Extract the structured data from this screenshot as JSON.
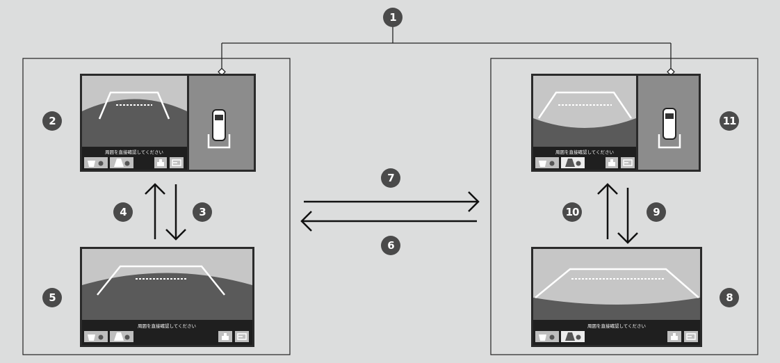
{
  "caption": "周囲を直接確認してください",
  "callouts": {
    "n1": "1",
    "n2": "2",
    "n3": "3",
    "n4": "4",
    "n5": "5",
    "n6": "6",
    "n7": "7",
    "n8": "8",
    "n9": "9",
    "n10": "10",
    "n11": "11"
  },
  "icons": {
    "sonar": "sonar-camera-icon",
    "wide": "wide-view-icon",
    "view_switch": "view-switch-icon",
    "exit": "exit-icon",
    "car": "car-top-view-icon"
  },
  "colors": {
    "background": "#dcdddd",
    "callout": "#4a4a4a",
    "screen_bar": "#1f1f1f",
    "ground_dark": "#5a5a5a",
    "sky_light": "#c4c4c4"
  }
}
